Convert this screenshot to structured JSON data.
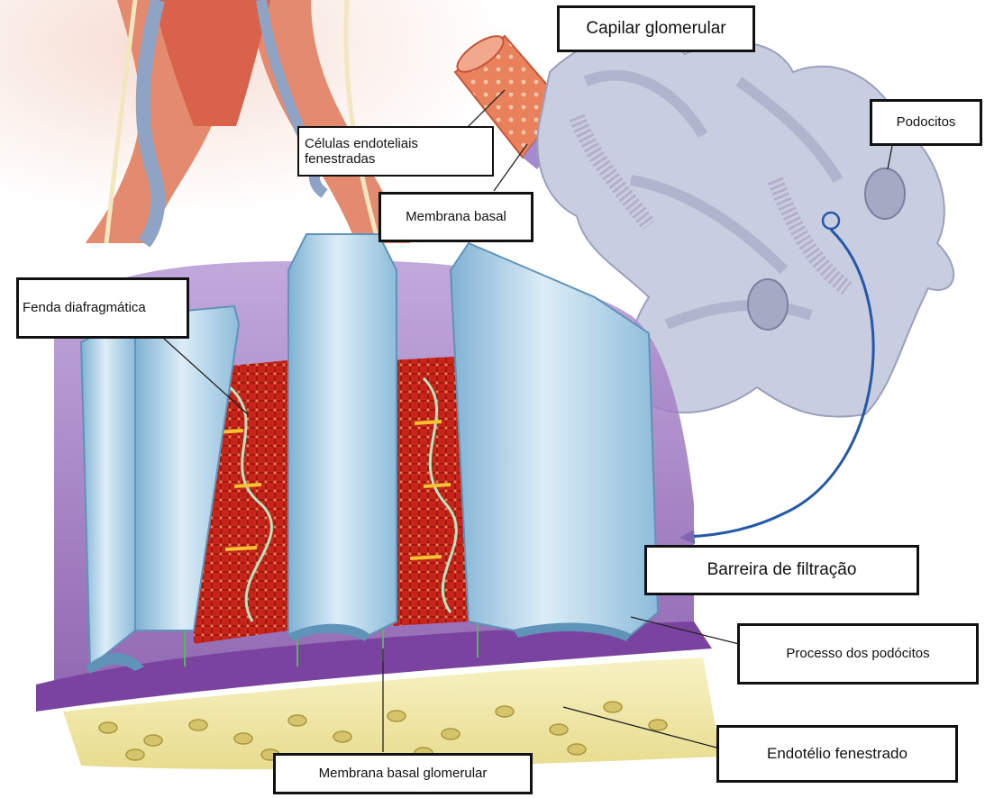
{
  "diagram": {
    "labels": {
      "capilar_glomerular": "Capilar glomerular",
      "celulas_endoteliais_line1": "Células endoteliais",
      "celulas_endoteliais_line2": "fenestradas",
      "membrana_basal": "Membrana basal",
      "podocitos": "Podocitos",
      "fenda_diafragmatica": "Fenda diafragmática",
      "barreira_de_filtracao": "Barreira de filtração",
      "processo_dos_podocitos": "Processo dos podócitos",
      "endotelio_fenestrado": "Endotélio fenestrado",
      "membrana_basal_glomerular": "Membrana basal glomerular"
    },
    "colors": {
      "vessel_red": "#e0765a",
      "vessel_blue": "#8fa3c4",
      "podocyte_lilac": "#c9cde0",
      "membrane_purple": "#8a5ab0",
      "process_blue": "#a9cfe6",
      "slit_red": "#d62b1f",
      "endothelium_yellow": "#f2ecae",
      "arrow_blue": "#2458a8"
    }
  }
}
